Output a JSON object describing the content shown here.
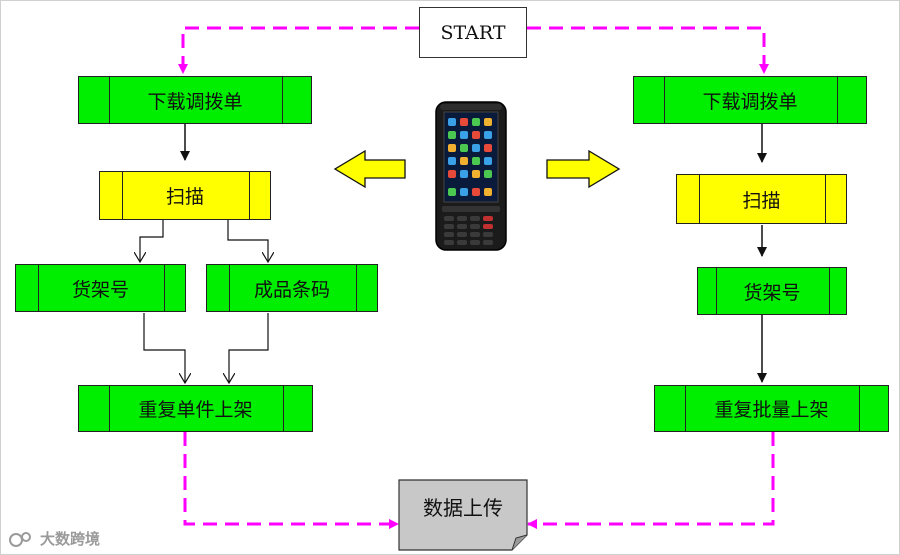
{
  "start": "START",
  "left_flow": {
    "download": "下载调拨单",
    "scan": "扫描",
    "shelf_no": "货架号",
    "barcode": "成品条码",
    "repeat": "重复单件上架"
  },
  "right_flow": {
    "download": "下载调拨单",
    "scan": "扫描",
    "shelf_no": "货架号",
    "repeat": "重复批量上架"
  },
  "upload": "数据上传",
  "watermark": "大数跨境",
  "colors": {
    "process_green": "#00ee00",
    "scan_yellow": "#ffff00",
    "dashed_magenta": "#ff00ff",
    "document_gray": "#c8c8c8"
  }
}
